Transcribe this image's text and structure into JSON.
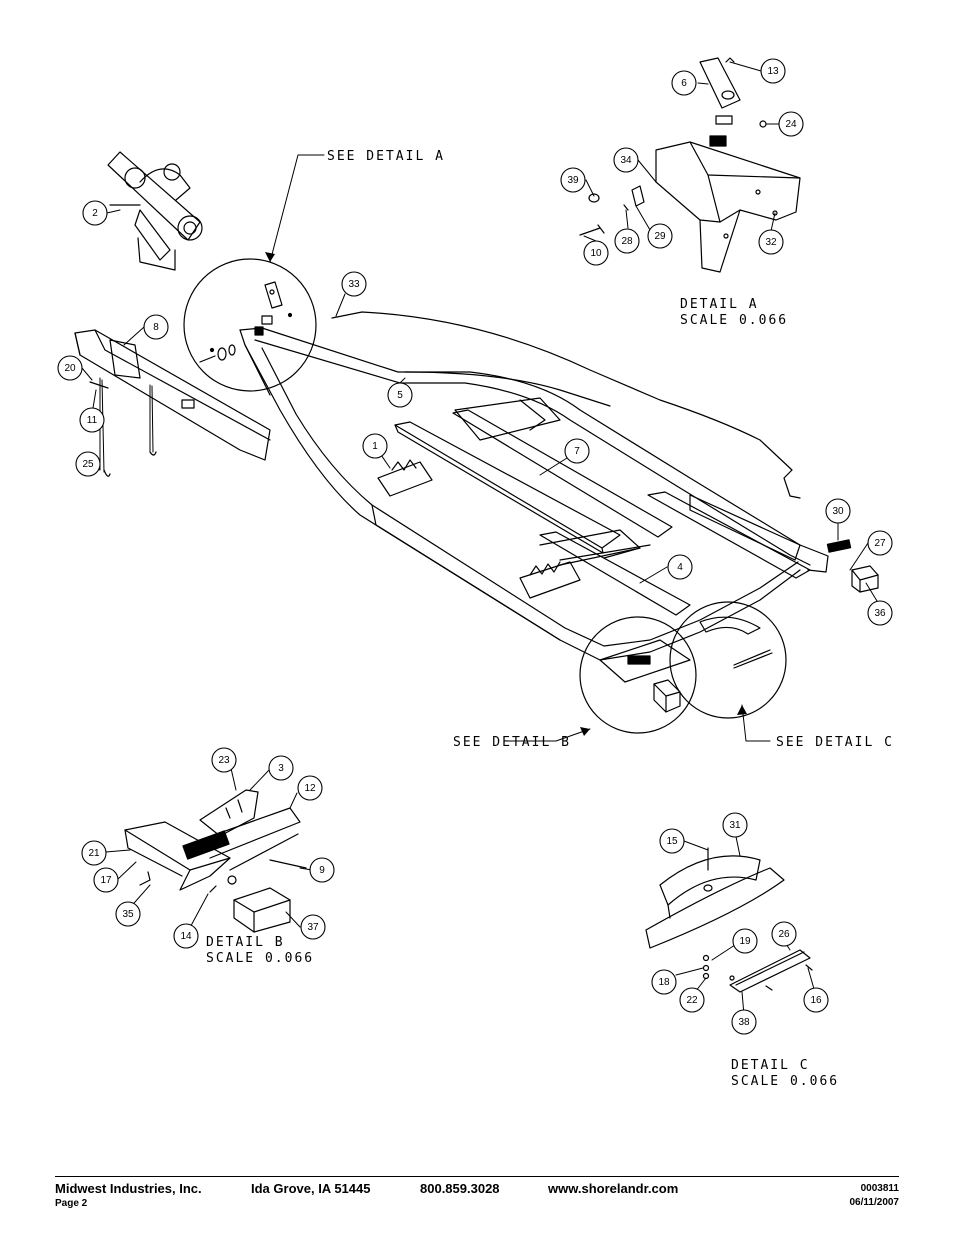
{
  "detail_labels": {
    "see_a": "SEE DETAIL  A",
    "see_b": "SEE DETAIL  B",
    "see_c": "SEE DETAIL  C",
    "detail_a_title": "DETAIL  A",
    "detail_a_scale": "SCALE  0.066",
    "detail_b_title": "DETAIL  B",
    "detail_b_scale": "SCALE  0.066",
    "detail_c_title": "DETAIL  C",
    "detail_c_scale": "SCALE  0.066"
  },
  "callouts": [
    "13",
    "6",
    "24",
    "34",
    "39",
    "29",
    "28",
    "10",
    "32",
    "2",
    "33",
    "8",
    "20",
    "5",
    "11",
    "1",
    "7",
    "25",
    "30",
    "27",
    "36",
    "4",
    "23",
    "3",
    "12",
    "21",
    "9",
    "17",
    "35",
    "14",
    "37",
    "15",
    "31",
    "19",
    "26",
    "18",
    "22",
    "16",
    "38"
  ],
  "footer": {
    "company": "Midwest Industries, Inc.",
    "city": "Ida Grove, IA  51445",
    "phone": "800.859.3028",
    "website": "www.shorelandr.com",
    "page": "Page 2",
    "doc_number": "0003811",
    "date": "06/11/2007"
  }
}
